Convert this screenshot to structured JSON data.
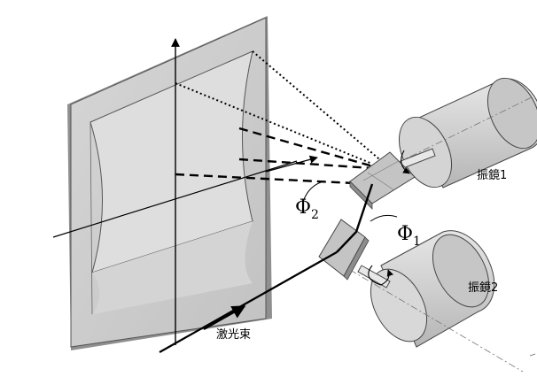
{
  "labels": {
    "galvo1": "振鏡1",
    "galvo2": "振鏡2",
    "laser": "激光束",
    "phi2": {
      "base": "Φ",
      "sub": "2"
    },
    "phi1": {
      "base": "Φ",
      "sub": "1"
    }
  },
  "colors": {
    "screen_fill": "#c8c8c8",
    "screen_shadow": "#9a9a9a",
    "field_fill": "#d8d8d8",
    "cylinder_fill": "#d0d0d0",
    "mirror_fill": "#bdbdbd",
    "line": "#000000"
  }
}
